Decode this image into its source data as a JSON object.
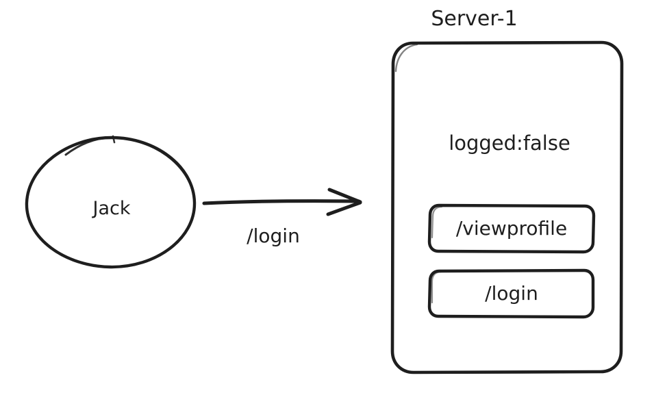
{
  "diagram": {
    "type": "sequence-request-flow",
    "style": "hand-drawn-sketch",
    "background_color": "#ffffff",
    "stroke_color": "#1e1e1e",
    "text_color": "#1e1e1e"
  },
  "client": {
    "shape": "ellipse",
    "label": "Jack"
  },
  "arrow": {
    "label": "/login",
    "direction": "left-to-right",
    "from": "Jack",
    "to": "Server-1"
  },
  "server": {
    "title": "Server-1",
    "shape": "rounded-rectangle",
    "state": "logged:false",
    "endpoints": [
      {
        "label": "/viewprofile"
      },
      {
        "label": "/login"
      }
    ]
  }
}
